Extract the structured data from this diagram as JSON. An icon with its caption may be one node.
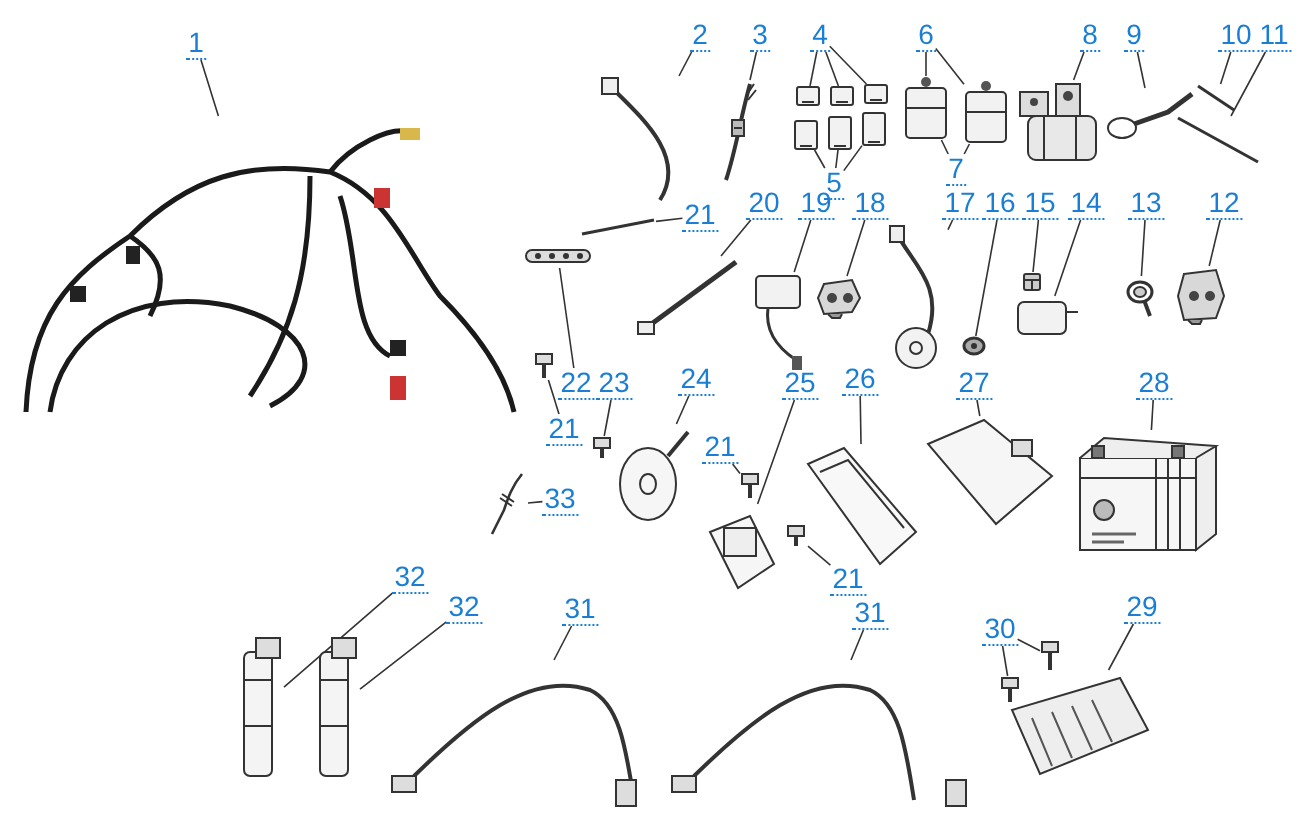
{
  "diagram": {
    "nodes": [
      {
        "text": [
          "1"
        ]
      },
      {
        "text": [],
        "shape": "picture"
      },
      {
        "text": [
          "2"
        ]
      },
      {
        "text": [],
        "shape": "picture"
      },
      {
        "text": [
          "3"
        ]
      },
      {
        "text": [],
        "shape": "picture"
      },
      {
        "text": [
          "4"
        ]
      },
      {
        "text": [],
        "shape": "picture"
      },
      {
        "text": [],
        "shape": "picture"
      },
      {
        "text": [],
        "shape": "picture"
      },
      {
        "text": [
          "5"
        ]
      },
      {
        "text": [],
        "shape": "picture"
      },
      {
        "text": [],
        "shape": "picture"
      },
      {
        "text": [],
        "shape": "picture"
      },
      {
        "text": [
          "6"
        ]
      },
      {
        "text": [],
        "shape": "picture"
      },
      {
        "text": [],
        "shape": "picture"
      },
      {
        "text": [
          "7"
        ]
      },
      {
        "text": [
          "8"
        ]
      },
      {
        "text": [],
        "shape": "picture"
      },
      {
        "text": [
          "9"
        ]
      },
      {
        "text": [],
        "shape": "picture"
      },
      {
        "text": [
          "10"
        ]
      },
      {
        "text": [],
        "shape": "picture"
      },
      {
        "text": [
          "11"
        ]
      },
      {
        "text": [],
        "shape": "picture"
      },
      {
        "text": [
          "12"
        ]
      },
      {
        "text": [],
        "shape": "picture"
      },
      {
        "text": [
          "13"
        ]
      },
      {
        "text": [],
        "shape": "picture"
      },
      {
        "text": [
          "14"
        ]
      },
      {
        "text": [],
        "shape": "picture"
      },
      {
        "text": [
          "15"
        ]
      },
      {
        "text": [],
        "shape": "picture"
      },
      {
        "text": [
          "16"
        ]
      },
      {
        "text": [],
        "shape": "picture"
      },
      {
        "text": [
          "17"
        ]
      },
      {
        "text": [],
        "shape": "picture"
      },
      {
        "text": [
          "18"
        ]
      },
      {
        "text": [],
        "shape": "picture"
      },
      {
        "text": [
          "19"
        ]
      },
      {
        "text": [],
        "shape": "picture"
      },
      {
        "text": [
          "20"
        ]
      },
      {
        "text": [],
        "shape": "picture"
      },
      {
        "text": [
          "21"
        ]
      },
      {
        "text": [],
        "shape": "picture"
      },
      {
        "text": [
          "22"
        ]
      },
      {
        "text": [],
        "shape": "picture"
      },
      {
        "text": [
          "21"
        ]
      },
      {
        "text": [],
        "shape": "picture"
      },
      {
        "text": [
          "23"
        ]
      },
      {
        "text": [],
        "shape": "picture"
      },
      {
        "text": [
          "24"
        ]
      },
      {
        "text": [],
        "shape": "picture"
      },
      {
        "text": [
          "21"
        ]
      },
      {
        "text": [],
        "shape": "picture"
      },
      {
        "text": [
          "25"
        ]
      },
      {
        "text": [],
        "shape": "picture"
      },
      {
        "text": [
          "21"
        ]
      },
      {
        "text": [],
        "shape": "picture"
      },
      {
        "text": [
          "26"
        ]
      },
      {
        "text": [],
        "shape": "picture"
      },
      {
        "text": [
          "27"
        ]
      },
      {
        "text": [],
        "shape": "picture"
      },
      {
        "text": [
          "28"
        ]
      },
      {
        "text": [],
        "shape": "picture"
      },
      {
        "text": [
          "29"
        ]
      },
      {
        "text": [],
        "shape": "picture"
      },
      {
        "text": [
          "30"
        ]
      },
      {
        "text": [],
        "shape": "picture"
      },
      {
        "text": [],
        "shape": "picture"
      },
      {
        "text": [
          "31"
        ]
      },
      {
        "text": [],
        "shape": "picture"
      },
      {
        "text": [
          "31"
        ]
      },
      {
        "text": [],
        "shape": "picture"
      },
      {
        "text": [
          "32"
        ]
      },
      {
        "text": [],
        "shape": "picture"
      },
      {
        "text": [
          "32"
        ]
      },
      {
        "text": [],
        "shape": "picture"
      },
      {
        "text": [
          "33"
        ]
      },
      {
        "text": [],
        "shape": "picture"
      }
    ],
    "edges": [
      {
        "from": 0,
        "to": 1,
        "arrow": "none"
      },
      {
        "from": 2,
        "to": 3,
        "arrow": "none"
      },
      {
        "from": 4,
        "to": 5,
        "arrow": "none"
      },
      {
        "from": 6,
        "to": 7,
        "arrow": "none"
      },
      {
        "from": 6,
        "to": 8,
        "arrow": "none"
      },
      {
        "from": 6,
        "to": 9,
        "arrow": "none"
      },
      {
        "from": 10,
        "to": 11,
        "arrow": "none"
      },
      {
        "from": 10,
        "to": 12,
        "arrow": "none"
      },
      {
        "from": 10,
        "to": 13,
        "arrow": "none"
      },
      {
        "from": 14,
        "to": 15,
        "arrow": "none"
      },
      {
        "from": 14,
        "to": 16,
        "arrow": "none"
      },
      {
        "from": 17,
        "to": 15,
        "arrow": "none"
      },
      {
        "from": 17,
        "to": 16,
        "arrow": "none"
      },
      {
        "from": 18,
        "to": 19,
        "arrow": "none"
      },
      {
        "from": 20,
        "to": 21,
        "arrow": "none"
      },
      {
        "from": 22,
        "to": 23,
        "arrow": "none"
      },
      {
        "from": 24,
        "to": 25,
        "arrow": "none"
      },
      {
        "from": 26,
        "to": 27,
        "arrow": "none"
      },
      {
        "from": 28,
        "to": 29,
        "arrow": "none"
      },
      {
        "from": 30,
        "to": 31,
        "arrow": "none"
      },
      {
        "from": 32,
        "to": 33,
        "arrow": "none"
      },
      {
        "from": 34,
        "to": 35,
        "arrow": "none"
      },
      {
        "from": 36,
        "to": 37,
        "arrow": "none"
      },
      {
        "from": 38,
        "to": 39,
        "arrow": "none"
      },
      {
        "from": 40,
        "to": 41,
        "arrow": "none"
      },
      {
        "from": 42,
        "to": 43,
        "arrow": "none"
      },
      {
        "from": 44,
        "to": 45,
        "arrow": "none"
      },
      {
        "from": 46,
        "to": 47,
        "arrow": "none"
      },
      {
        "from": 48,
        "to": 49,
        "arrow": "none"
      },
      {
        "from": 50,
        "to": 51,
        "arrow": "none"
      },
      {
        "from": 52,
        "to": 53,
        "arrow": "none"
      },
      {
        "from": 54,
        "to": 55,
        "arrow": "none"
      },
      {
        "from": 56,
        "to": 57,
        "arrow": "none"
      },
      {
        "from": 58,
        "to": 59,
        "arrow": "none"
      },
      {
        "from": 60,
        "to": 61,
        "arrow": "none"
      },
      {
        "from": 62,
        "to": 63,
        "arrow": "none"
      },
      {
        "from": 64,
        "to": 65,
        "arrow": "none"
      },
      {
        "from": 66,
        "to": 67,
        "arrow": "none"
      },
      {
        "from": 68,
        "to": 69,
        "arrow": "none"
      },
      {
        "from": 68,
        "to": 70,
        "arrow": "none"
      },
      {
        "from": 71,
        "to": 72,
        "arrow": "none"
      },
      {
        "from": 73,
        "to": 74,
        "arrow": "none"
      },
      {
        "from": 75,
        "to": 76,
        "arrow": "none"
      },
      {
        "from": 77,
        "to": 78,
        "arrow": "none"
      },
      {
        "from": 79,
        "to": 80,
        "arrow": "none"
      }
    ]
  }
}
